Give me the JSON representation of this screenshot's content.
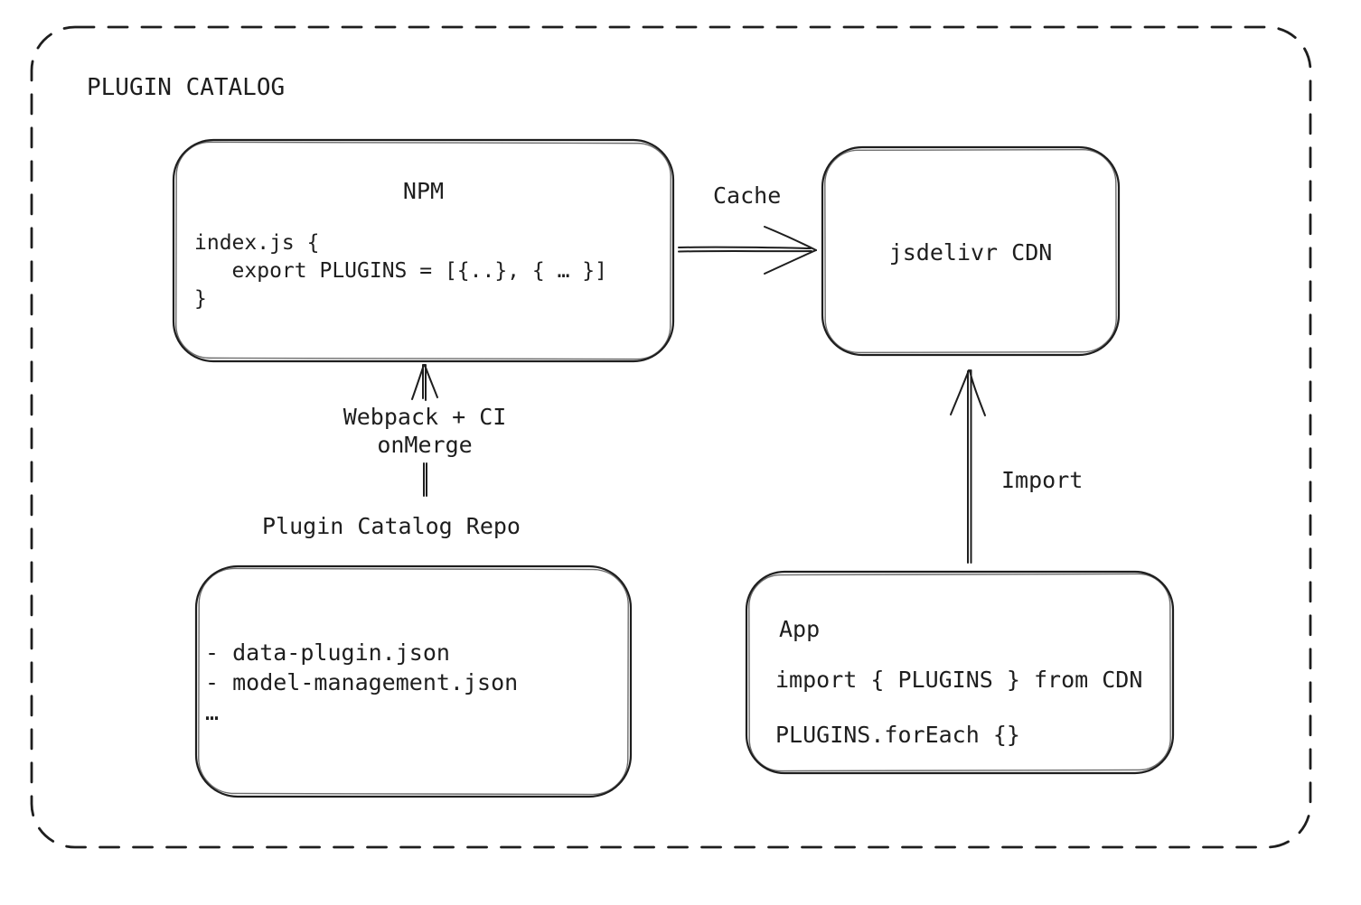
{
  "diagram": {
    "title": "PLUGIN CATALOG",
    "npm": {
      "title": "NPM",
      "code": [
        "index.js {",
        "   export PLUGINS = [{..}, { … }]",
        "}"
      ]
    },
    "cdn": {
      "label": "jsdelivr CDN"
    },
    "repo": {
      "title": "Plugin Catalog Repo",
      "files": [
        "- data-plugin.json",
        "- model-management.json",
        "…"
      ]
    },
    "app": {
      "title": "App",
      "code": [
        "import { PLUGINS } from CDN",
        "PLUGINS.forEach {}"
      ]
    },
    "edges": {
      "cache": "Cache",
      "build": [
        "Webpack + CI",
        "onMerge"
      ],
      "import": "Import"
    },
    "colors": {
      "ink": "#1e1e1e",
      "background": "#ffffff"
    }
  }
}
